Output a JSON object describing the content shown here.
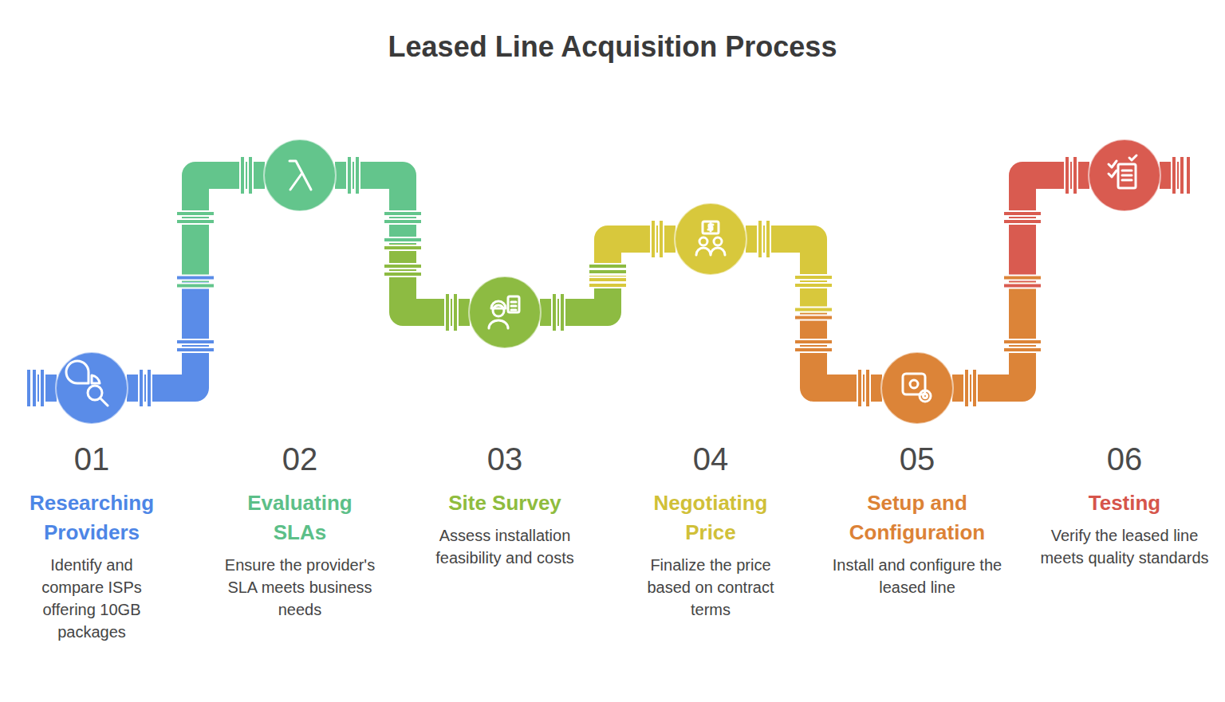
{
  "diagram": {
    "title": "Leased Line Acquisition Process",
    "nodes": [
      {
        "text": [
          "01",
          "Researching Providers",
          "Identify and compare ISPs offering 10GB packages"
        ]
      },
      {
        "text": [
          "02",
          "Evaluating SLAs",
          "Ensure the provider's SLA meets business needs"
        ]
      },
      {
        "text": [
          "03",
          "Site Survey",
          "Assess installation feasibility and costs"
        ]
      },
      {
        "text": [
          "04",
          "Negotiating Price",
          "Finalize the price based on contract terms"
        ]
      },
      {
        "text": [
          "05",
          "Setup and Configuration",
          "Install and configure the leased line"
        ]
      },
      {
        "text": [
          "06",
          "Testing",
          "Verify the leased line meets quality standards"
        ]
      }
    ],
    "edges": [
      {
        "from": 0,
        "to": 1,
        "arrow": "none"
      },
      {
        "from": 1,
        "to": 2,
        "arrow": "none"
      },
      {
        "from": 2,
        "to": 3,
        "arrow": "none"
      },
      {
        "from": 3,
        "to": 4,
        "arrow": "none"
      },
      {
        "from": 4,
        "to": 5,
        "arrow": "none"
      }
    ]
  }
}
